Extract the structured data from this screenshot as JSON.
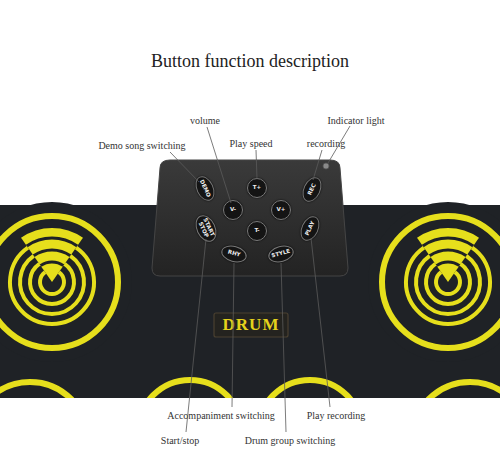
{
  "diagram": {
    "title": "Button function description",
    "nodes": [
      {
        "text": [
          "DEMO"
        ]
      },
      {
        "text": [
          "T+"
        ]
      },
      {
        "text": [
          "REC"
        ]
      },
      {
        "text": [
          "V-"
        ]
      },
      {
        "text": [
          "V+"
        ]
      },
      {
        "text": [
          "START STOP"
        ]
      },
      {
        "text": [
          "T-"
        ]
      },
      {
        "text": [
          "PLAY"
        ]
      },
      {
        "text": [
          "RHY"
        ]
      },
      {
        "text": [
          "STYLE"
        ]
      }
    ],
    "labels": [
      "volume",
      "Indicator light",
      "Demo song switching",
      "Play speed",
      "recording",
      "DRUM",
      "Accompaniment switching",
      "Play recording",
      "Start/stop",
      "Drum group switching"
    ]
  }
}
